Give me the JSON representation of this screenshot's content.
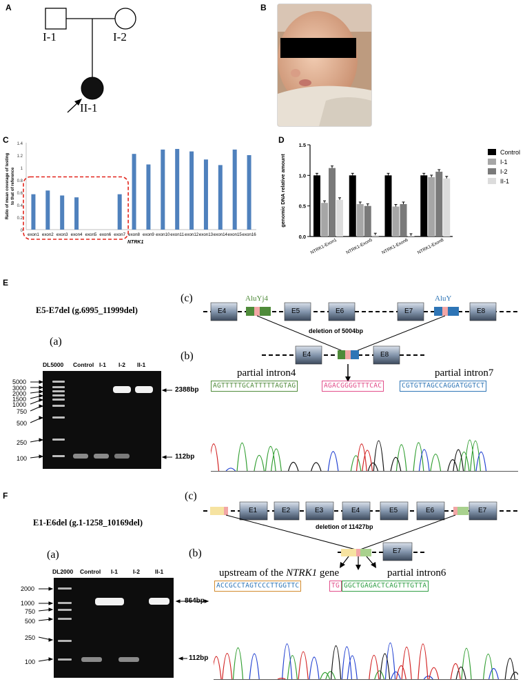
{
  "panels": {
    "A": "A",
    "B": "B",
    "C": "C",
    "D": "D",
    "E": "E",
    "F": "F"
  },
  "pedigree": {
    "I1": "I-1",
    "I2": "I-2",
    "II1": "II-1"
  },
  "chart_data": [
    {
      "type": "bar",
      "panel": "C",
      "ylabel": "Ratio of mean coverage of testing to that of reference",
      "xlabel": "NTRK1",
      "ylim": [
        0,
        1.4
      ],
      "yticks": [
        "1.4",
        "1.2",
        "1",
        "0.8",
        "0.6",
        "0.4",
        "0.2",
        "0"
      ],
      "categories": [
        "exon1",
        "exon2",
        "exon3",
        "exon4",
        "exon5",
        "exon6",
        "exon7",
        "exon8",
        "exon9",
        "exon10",
        "exon11",
        "exon12",
        "exon13",
        "exon14",
        "exon15",
        "exon16"
      ],
      "values": [
        0.57,
        0.63,
        0.55,
        0.52,
        0,
        0,
        0.57,
        1.22,
        1.05,
        1.29,
        1.3,
        1.26,
        1.13,
        1.04,
        1.29,
        1.2
      ],
      "colors": {
        "bar": "#4f81bd",
        "highlight": "#e2231a"
      }
    },
    {
      "type": "bar",
      "panel": "D",
      "ylabel": "genomic DNA relative amount",
      "ylim": [
        0,
        1.5
      ],
      "yticks": [
        "1.5",
        "1.0",
        "0.5",
        "0.0"
      ],
      "categories": [
        "NTRK1-Exon1",
        "NTRK1-Exon5",
        "NTRK1-Exon6",
        "NTRK1-Exon8"
      ],
      "series": [
        {
          "name": "Control",
          "values": [
            1.0,
            1.0,
            1.0,
            1.0
          ],
          "color": "#000000"
        },
        {
          "name": "I-1",
          "values": [
            0.55,
            0.53,
            0.49,
            0.97
          ],
          "color": "#a6a6a6"
        },
        {
          "name": "I-2",
          "values": [
            1.12,
            0.5,
            0.53,
            1.06
          ],
          "color": "#7a7a7a"
        },
        {
          "name": "II-1",
          "values": [
            0.6,
            0.02,
            0.01,
            0.95
          ],
          "color": "#dcdcdc"
        }
      ]
    }
  ],
  "panelE": {
    "title": "E5-E7del (g.6995_11999del)",
    "sub_a": "(a)",
    "sub_b": "(b)",
    "sub_c": "(c)",
    "lanes": [
      "DL5000",
      "Control",
      "I-1",
      "I-2",
      "II-1"
    ],
    "ladder": [
      "5000",
      "3000",
      "2000",
      "1500",
      "1000",
      "750",
      "500",
      "250",
      "100"
    ],
    "band_big": "2388bp",
    "band_small": "112bp",
    "exons_top": [
      "E4",
      "E5",
      "E6",
      "E7",
      "E8"
    ],
    "alu_left": "AluYj4",
    "alu_right": "AluY",
    "deletion": "deletion of 5004bp",
    "exons_bottom": [
      "E4",
      "E8"
    ],
    "left_label": "partial intron4",
    "right_label": "partial intron7",
    "seq_left": "AGTTTTTGCATTTTTAGTAG",
    "seq_mid": "AGACGGGGTTTCAC",
    "seq_right": "CGTGTTAGCCAGGATGGTCT"
  },
  "panelF": {
    "title": "E1-E6del (g.1-1258_10169del)",
    "sub_a": "(a)",
    "sub_b": "(b)",
    "sub_c": "(c)",
    "lanes": [
      "DL2000",
      "Control",
      "I-1",
      "I-2",
      "II-1"
    ],
    "ladder": [
      "2000",
      "1000",
      "750",
      "500",
      "250",
      "100"
    ],
    "band_big": "864bp",
    "band_small": "112bp",
    "exons_top": [
      "E1",
      "E2",
      "E3",
      "E4",
      "E5",
      "E6",
      "E7"
    ],
    "deletion": "deletion of 11427bp",
    "exons_bottom": [
      "E7"
    ],
    "left_label_a": "upstream of the",
    "left_label_gene": "NTRK1",
    "left_label_b": "gene",
    "right_label": "partial intron6",
    "seq_left": "ACCGCCTAGTCCCTTGGTTC",
    "seq_mid": "TG",
    "seq_right": "GGCTGAGACTCAGTTTGTTA"
  }
}
